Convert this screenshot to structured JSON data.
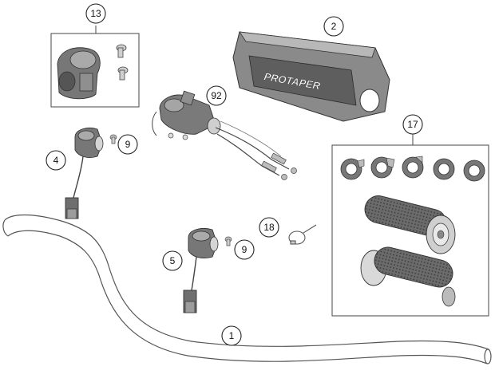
{
  "callouts": {
    "c1": "1",
    "c2": "2",
    "c4": "4",
    "c5": "5",
    "c9a": "9",
    "c9b": "9",
    "c13": "13",
    "c17": "17",
    "c18": "18",
    "c92": "92"
  },
  "pad_brand": "PROTAPER",
  "colors": {
    "line": "#333333",
    "part_dark": "#6a6a6a",
    "part_mid": "#9a9a9a",
    "part_light": "#d9d9d9",
    "box": "#444444"
  }
}
